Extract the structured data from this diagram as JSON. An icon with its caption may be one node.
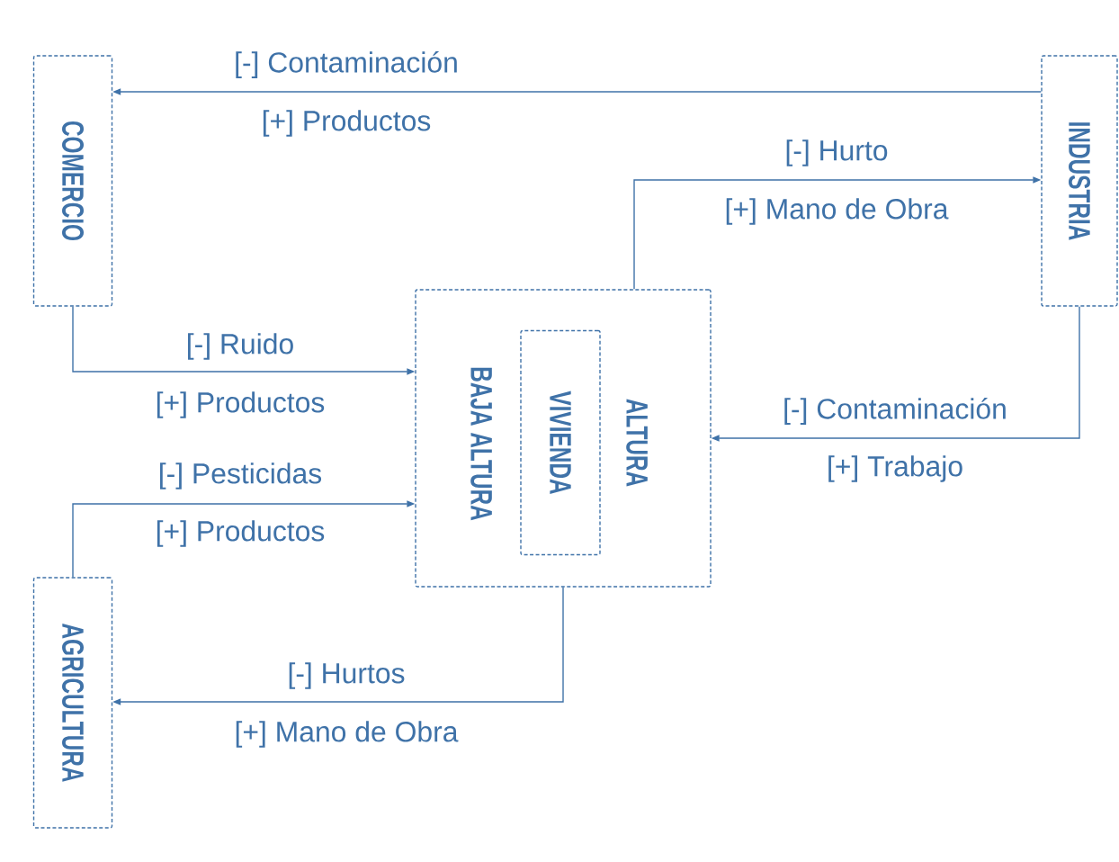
{
  "diagram": {
    "nodes": [
      {
        "text": [
          "COMERCIO"
        ]
      },
      {
        "text": [
          "INDUSTRIA"
        ]
      },
      {
        "text": [
          "BAJA ALTURA",
          "ALTURA"
        ]
      },
      {
        "text": [
          "VIVIENDA"
        ],
        "in": 2
      },
      {
        "text": [
          "AGRICULTURA"
        ]
      }
    ],
    "edges": [
      {
        "from": 1,
        "to": 0,
        "arrow": "to",
        "label": "[-] Contaminación"
      },
      {
        "from": 2,
        "to": 1,
        "arrow": "to",
        "label": "[-] Hurto"
      },
      {
        "from": 0,
        "to": 2,
        "arrow": "to",
        "label": "[-] Ruido"
      },
      {
        "from": 1,
        "to": 2,
        "arrow": "to",
        "label": "[-] Contaminación"
      },
      {
        "from": 4,
        "to": 2,
        "arrow": "to",
        "label": "[-] Pesticidas"
      },
      {
        "from": 2,
        "to": 4,
        "arrow": "to",
        "label": "[-] Hurtos"
      }
    ],
    "labels": [
      "[+] Productos",
      "[+] Mano de Obra",
      "[+] Productos",
      "[+] Trabajo",
      "[+] Productos",
      "[+] Mano de Obra"
    ]
  }
}
